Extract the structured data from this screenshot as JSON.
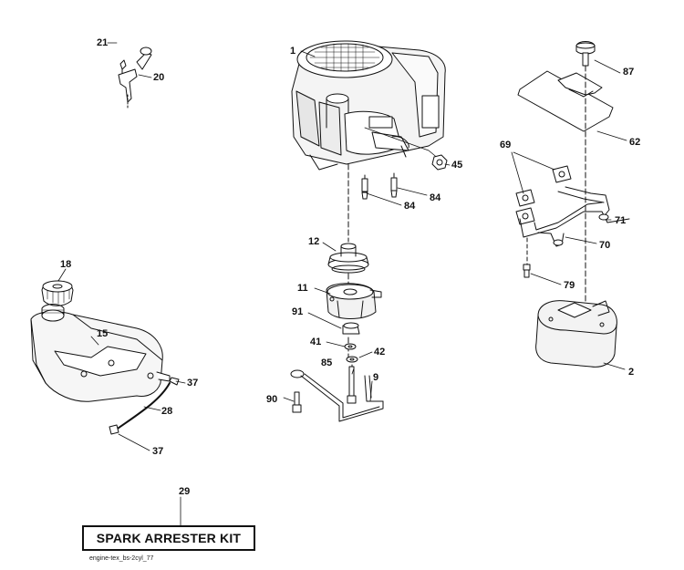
{
  "callouts": {
    "engine": "1",
    "muffler": "2",
    "spacer_bar": "9",
    "pto_clutch": "11",
    "pulley": "12",
    "fuel_tank": "15",
    "fuel_cap": "18",
    "choke_bracket": "20",
    "screw_21": "21",
    "fuel_line": "28",
    "spark_arrester_kit": "29",
    "clamp_upper": "37",
    "clamp_lower": "37",
    "washer_41": "41",
    "washer_42": "42",
    "nut_45": "45",
    "heat_shield": "62",
    "gasket": "69",
    "exhaust_pipe_70": "70",
    "exhaust_pipe_71": "71",
    "bolt_79": "79",
    "bolt_84_a": "84",
    "bolt_84_b": "84",
    "bolt_85": "85",
    "knob_87": "87",
    "bolt_90": "90",
    "spacer_91": "91"
  },
  "kit": {
    "label": "SPARK ARRESTER KIT"
  },
  "footer": {
    "file_id": "engine-tex_bs-2cyl_77"
  }
}
